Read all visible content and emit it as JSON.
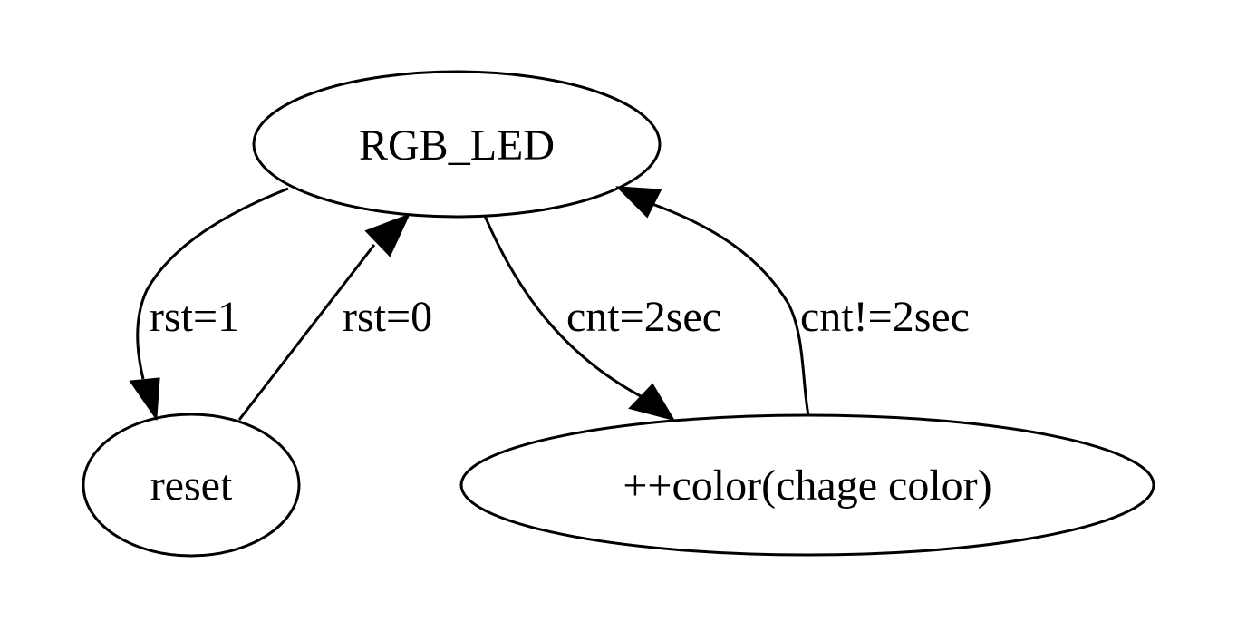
{
  "diagram": {
    "nodes": {
      "rgb_led": {
        "label": "RGB_LED"
      },
      "reset": {
        "label": "reset"
      },
      "color": {
        "label": "++color(chage color)"
      }
    },
    "edges": {
      "rgb_to_reset": {
        "label": "rst=1"
      },
      "reset_to_rgb": {
        "label": "rst=0"
      },
      "rgb_to_color": {
        "label": "cnt=2sec"
      },
      "color_to_rgb": {
        "label": "cnt!=2sec"
      }
    }
  }
}
